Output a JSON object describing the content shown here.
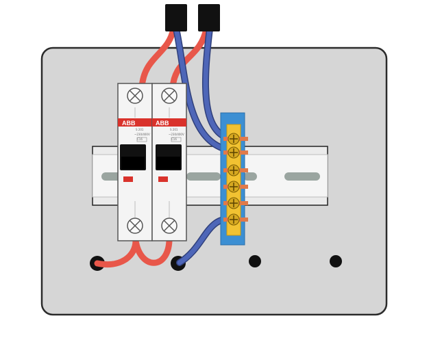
{
  "diagram": {
    "breakers": [
      {
        "brand": "ABB",
        "model": "S 201",
        "spec_line": "~230/400V",
        "rating": "C16"
      },
      {
        "brand": "ABB",
        "model": "S 201",
        "spec_line": "~230/400V",
        "rating": "C16"
      }
    ],
    "colors": {
      "panel": "#d6d6d6",
      "panel_border": "#2b2b2b",
      "live_wire": "#e8574a",
      "neutral_wire": "#3f57a8",
      "breaker_body": "#f4f4f4",
      "breaker_stripe": "#d9322b",
      "busbar_frame": "#3c8fd3",
      "busbar_strip": "#f1c232",
      "terminal_screw": "#d6a821",
      "din_rail": "#ebebeb",
      "din_slot": "#9aa5a0",
      "cable_end": "#111111"
    },
    "icons": {
      "screw": "screw-icon",
      "knockout": "knockout-hole-icon",
      "cable_end": "cable-end-icon"
    }
  }
}
